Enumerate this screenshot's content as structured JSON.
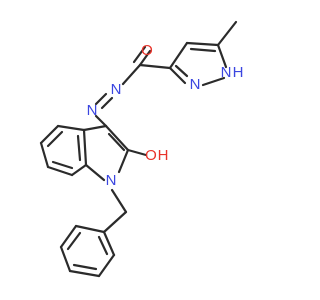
{
  "molecule": {
    "atoms": {
      "carbonyl_oxygen": "O",
      "azo_n1": "N",
      "azo_n2": "N",
      "pyrazole_n": "N",
      "pyrazole_nh_n": "N",
      "pyrazole_nh_h": "H",
      "indole_n": "N",
      "hydroxyl_oxygen": "O",
      "hydroxyl_h": "H"
    },
    "colors": {
      "bond": "#2b2b2b",
      "oxygen": "#e8332a",
      "nitrogen": "#3b46e0",
      "background": "#ffffff"
    }
  }
}
